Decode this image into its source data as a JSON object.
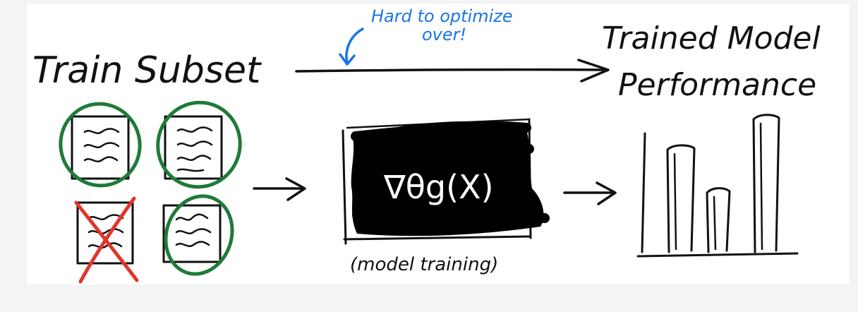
{
  "labels": {
    "input": "Train Subset",
    "note": [
      "Hard to optimize",
      "over!"
    ],
    "output": [
      "Trained Model",
      "Performance"
    ],
    "formula": "∇θg(X)",
    "caption": "(model training)"
  },
  "colors": {
    "ink": "#111111",
    "selected": "#1f7a3a",
    "rejected": "#e0362a",
    "note": "#1a73e8"
  },
  "documents": [
    {
      "status": "selected"
    },
    {
      "status": "selected"
    },
    {
      "status": "rejected"
    },
    {
      "status": "selected"
    }
  ],
  "bar_levels": [
    0.78,
    0.47,
    1.0
  ]
}
